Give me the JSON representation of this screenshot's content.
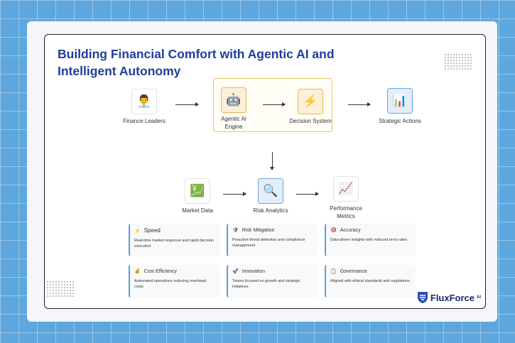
{
  "title": "Building Financial Comfort with Agentic AI and Intelligent Autonomy",
  "nodes": {
    "finance_leaders": {
      "label": "Finance Leaders",
      "icon": "👨‍💼"
    },
    "agentic_engine": {
      "label": "Agentic AI Engine",
      "icon": "🤖"
    },
    "decision_system": {
      "label": "Decision System",
      "icon": "⚡"
    },
    "strategic_actions": {
      "label": "Strategic Actions",
      "icon": "📊"
    },
    "market_data": {
      "label": "Market Data",
      "icon": "💹"
    },
    "risk_analytics": {
      "label": "Risk Analytics",
      "icon": "🔍"
    },
    "performance_metrics": {
      "label": "Performance Metrics",
      "icon": "📈"
    }
  },
  "features": [
    {
      "title": "Speed",
      "icon": "⚡",
      "desc": "Real-time market response and rapid decision execution"
    },
    {
      "title": "Risk Mitigation",
      "icon": "🛡",
      "desc": "Proactive threat detection and compliance management"
    },
    {
      "title": "Accuracy",
      "icon": "🎯",
      "desc": "Data-driven insights with reduced error rates"
    },
    {
      "title": "Cost Efficiency",
      "icon": "💰",
      "desc": "Automated operations reducing overhead costs"
    },
    {
      "title": "Innovation",
      "icon": "🚀",
      "desc": "Teams focused on growth and strategic initiatives"
    },
    {
      "title": "Governance",
      "icon": "📋",
      "desc": "Aligned with ethical standards and regulations"
    }
  ],
  "brand": {
    "name": "FluxForce",
    "suffix": "AI"
  }
}
